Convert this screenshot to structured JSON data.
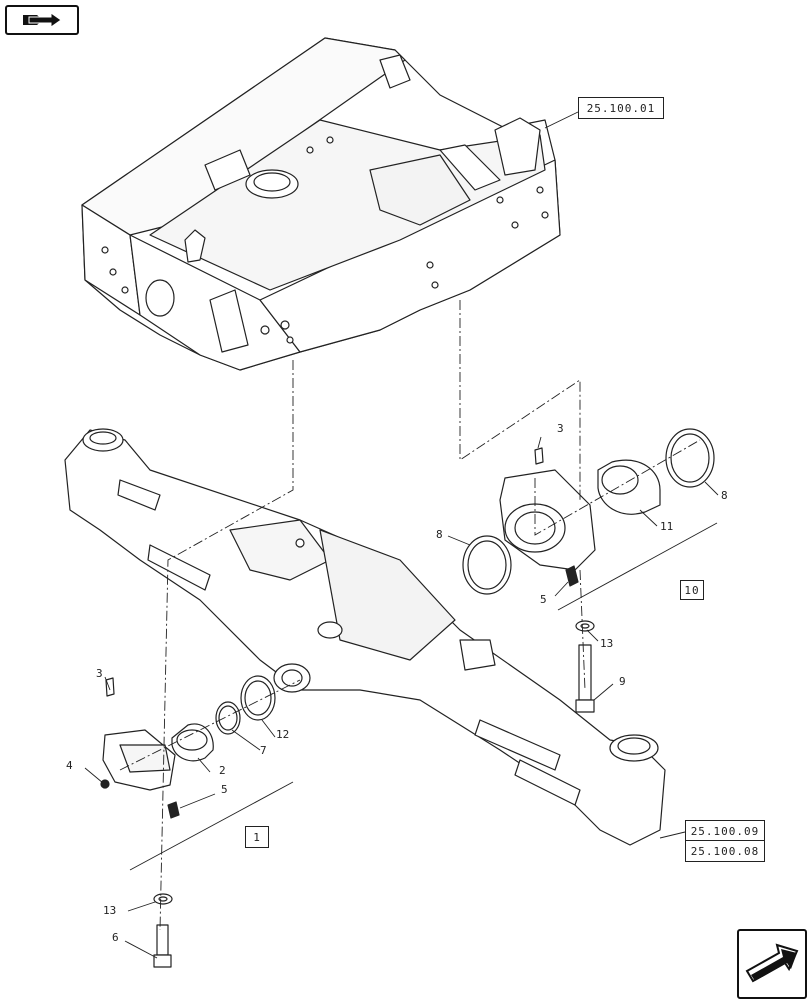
{
  "references": {
    "frame": "25.100.01",
    "axle_a": "25.100.09",
    "axle_b": "25.100.08"
  },
  "assemblies": {
    "left": "1",
    "right": "10"
  },
  "callouts": {
    "r3": "3",
    "r5": "5",
    "r8_right": "8",
    "r11": "11",
    "r8_left": "8",
    "r13_right": "13",
    "r9": "9",
    "l3": "3",
    "l4": "4",
    "l2": "2",
    "l7": "7",
    "l12": "12",
    "l5": "5",
    "l13": "13",
    "l6": "6"
  },
  "icons": {
    "top_nav": "book-arrow-icon",
    "bottom_nav": "next-page-arrow-icon"
  }
}
